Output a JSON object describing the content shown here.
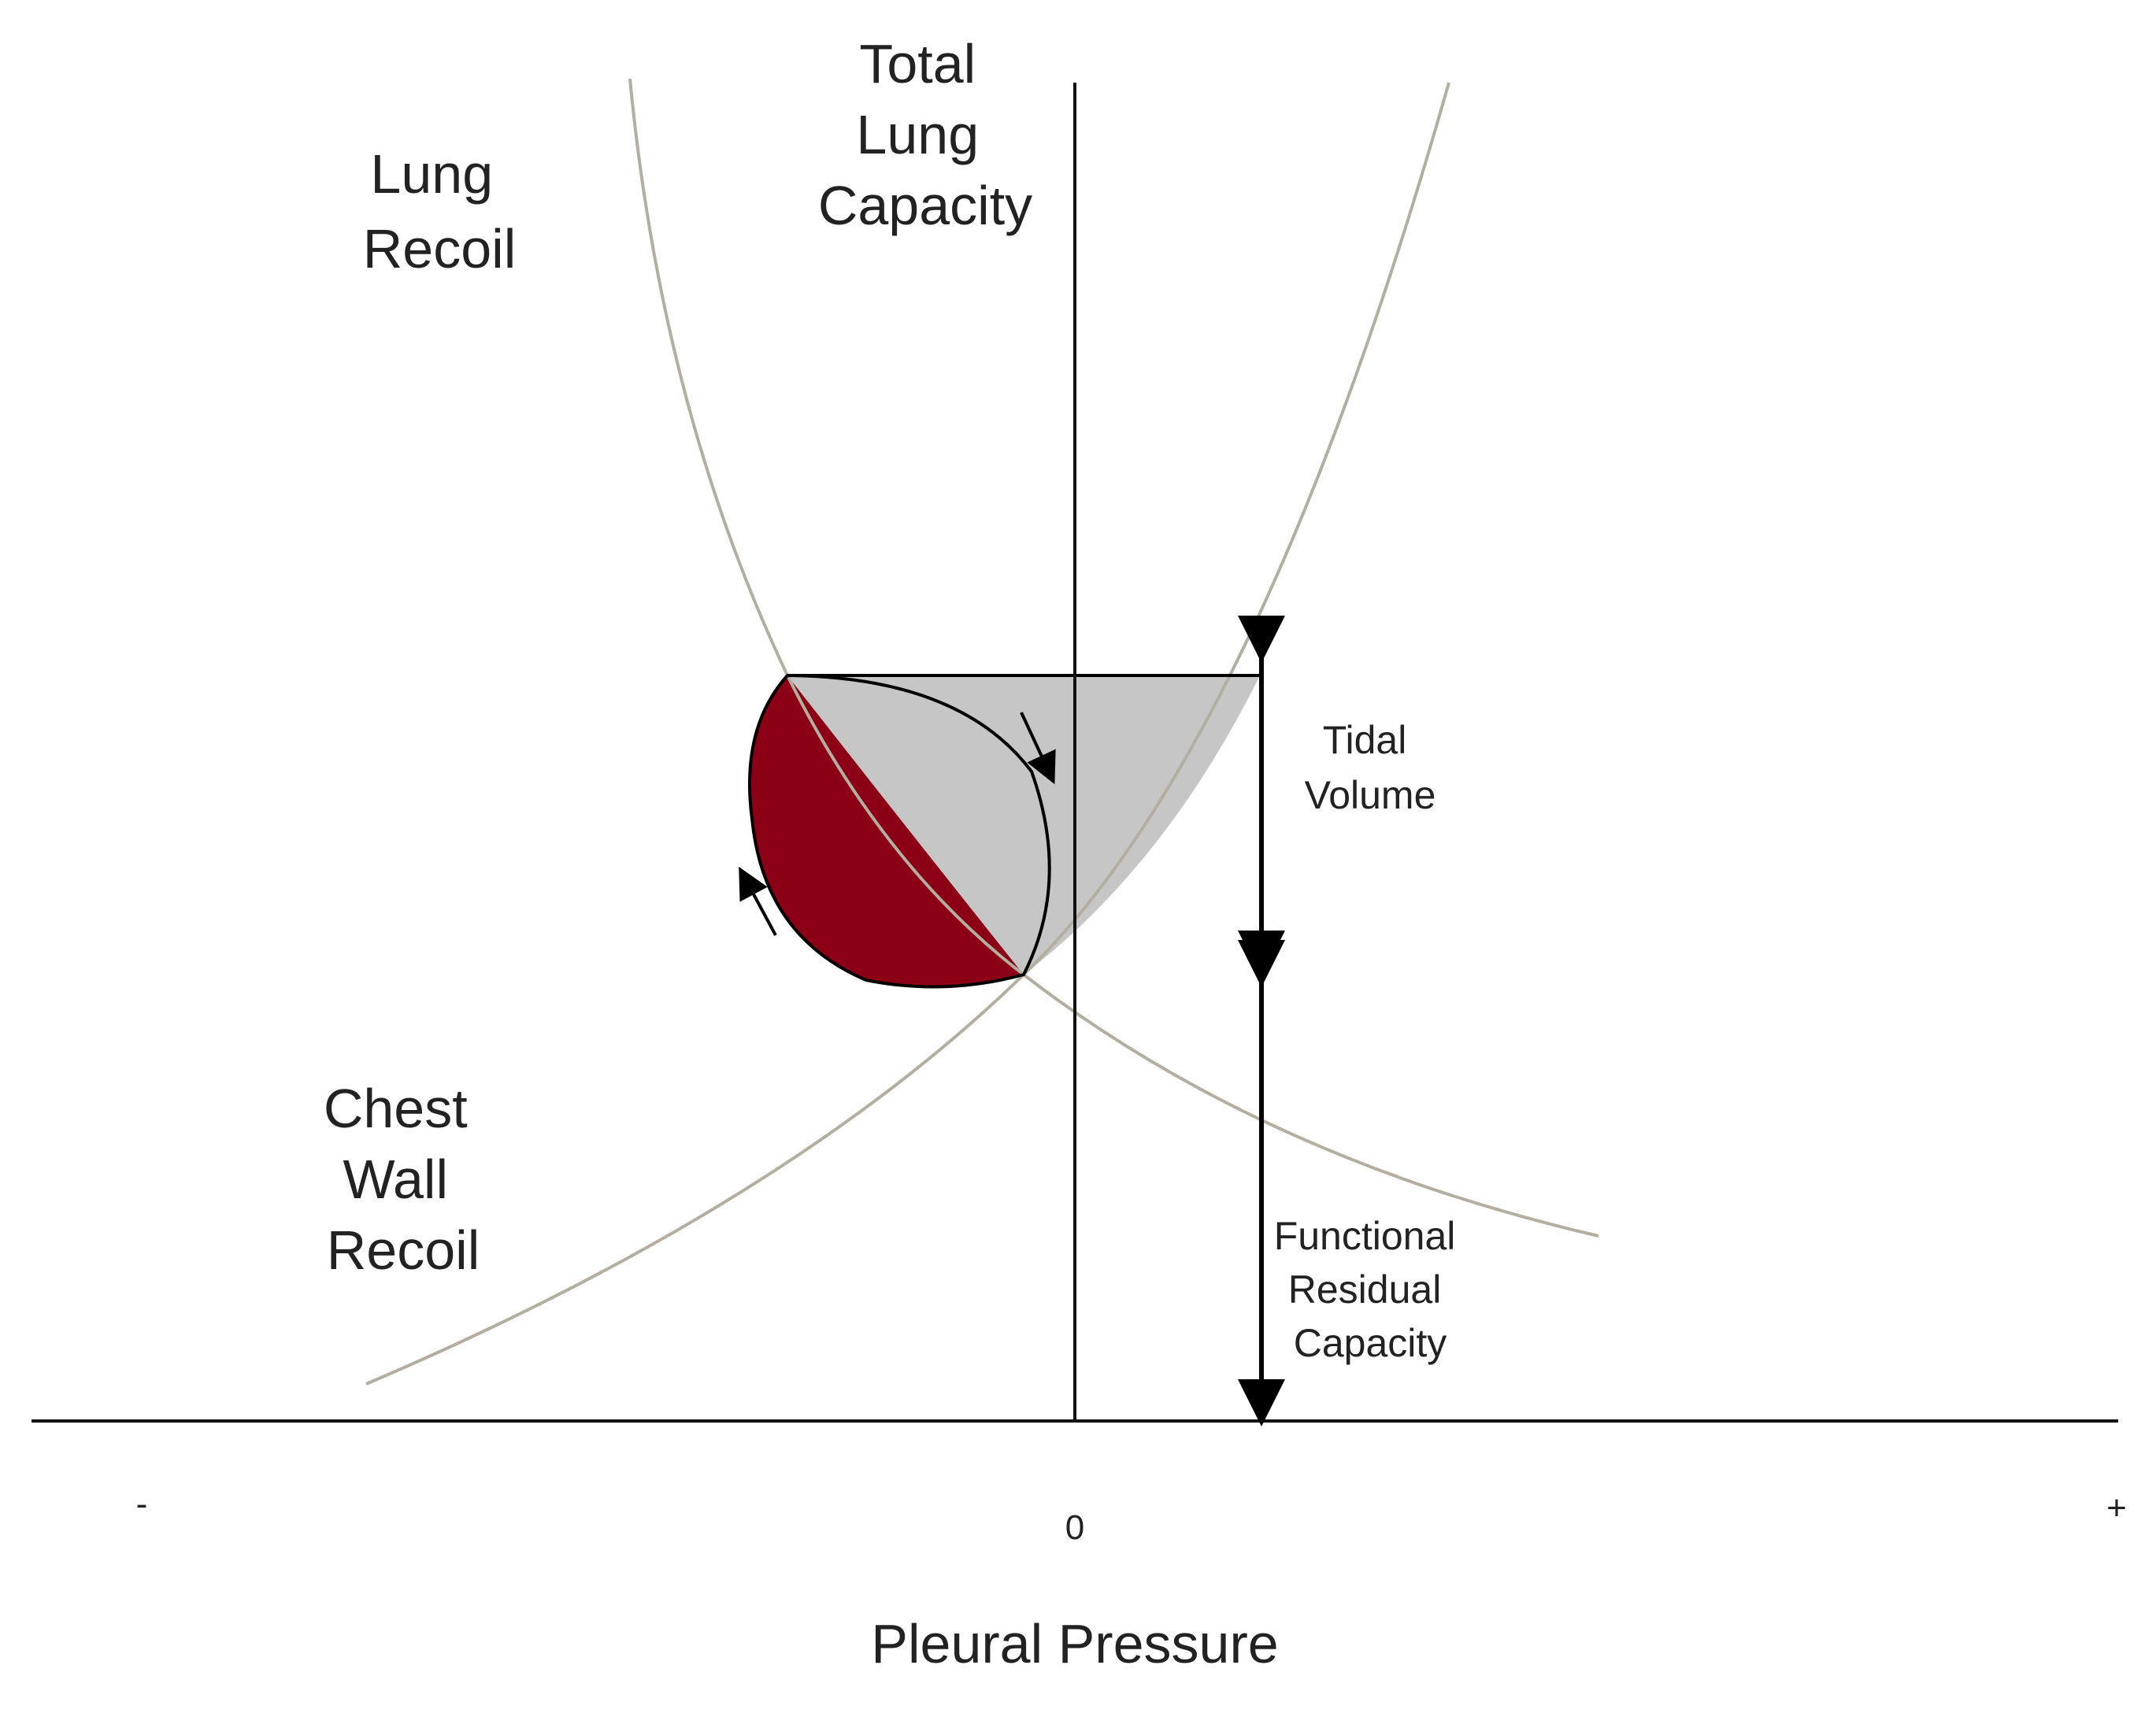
{
  "title": "",
  "labels": {
    "total_lung_capacity": [
      "Total",
      "Lung",
      "Capacity"
    ],
    "lung_recoil": [
      "Lung",
      "Recoil"
    ],
    "chest_wall_recoil": [
      "Chest",
      "Wall",
      "Recoil"
    ],
    "tidal_volume": [
      "Tidal",
      "Volume"
    ],
    "functional_residual_capacity": [
      "Functional",
      "Residual",
      "Capacity"
    ]
  },
  "axis": {
    "x_title": "Pleural Pressure",
    "ticks": {
      "minus": "-",
      "zero": "0",
      "plus": "+"
    }
  },
  "colors": {
    "curve": "#b3ae9f",
    "axis": "#111111",
    "gray_fill": "#c6c6c6",
    "red_fill": "#8b0015",
    "arrows": "#000000",
    "text": "#222222"
  }
}
